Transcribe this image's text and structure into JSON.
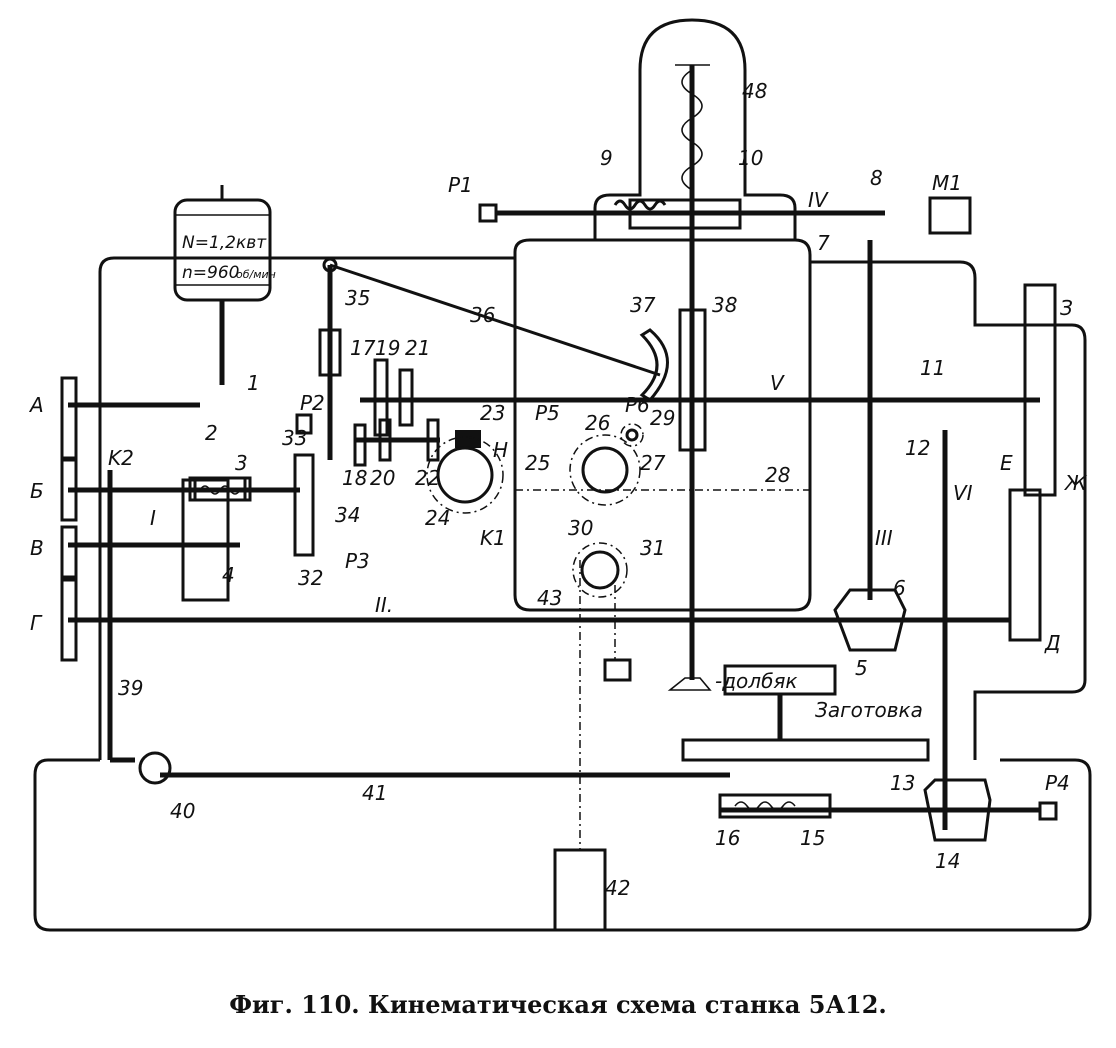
{
  "caption": "Фиг. 110. Кинематическая схема станка 5А12.",
  "motor": {
    "power": "N=1,2квт",
    "speed": "n=960",
    "speed_unit": "об/мин"
  },
  "labels": {
    "l48": "48",
    "l9": "9",
    "l10": "10",
    "p1": "P1",
    "iv": "IV",
    "l8": "8",
    "m1": "M1",
    "l7": "7",
    "l1": "1",
    "l2": "2",
    "a": "А",
    "b": "Б",
    "v": "В",
    "g": "Г",
    "k2": "K2",
    "l3": "3",
    "i": "I",
    "l4": "4",
    "l33": "33",
    "p2": "P2",
    "l32": "32",
    "p3": "P3",
    "l34": "34",
    "l35": "35",
    "l36": "36",
    "l17": "17",
    "l19": "19",
    "l21": "21",
    "l18": "18",
    "l20": "20",
    "l22": "22",
    "l23": "23",
    "l24": "24",
    "h": "H",
    "k1": "K1",
    "l37": "37",
    "l38": "38",
    "p6": "P6",
    "p5": "P5",
    "l26": "26",
    "l29": "29",
    "l25": "25",
    "l27": "27",
    "l28": "28",
    "vv": "V",
    "l11": "11",
    "l12": "12",
    "z": "З",
    "e": "E",
    "zh": "Ж",
    "iii": "III",
    "vi": "VI",
    "l6": "6",
    "l5": "5",
    "d": "Д",
    "l30": "30",
    "l31": "31",
    "l43": "43",
    "ii": "II.",
    "cutter": "-долбяк",
    "l39": "39",
    "workpiece": "Заготовка",
    "l40": "40",
    "l41": "41",
    "l13": "13",
    "l14": "14",
    "p4": "P4",
    "l16": "16",
    "l15": "15",
    "l42": "42"
  }
}
